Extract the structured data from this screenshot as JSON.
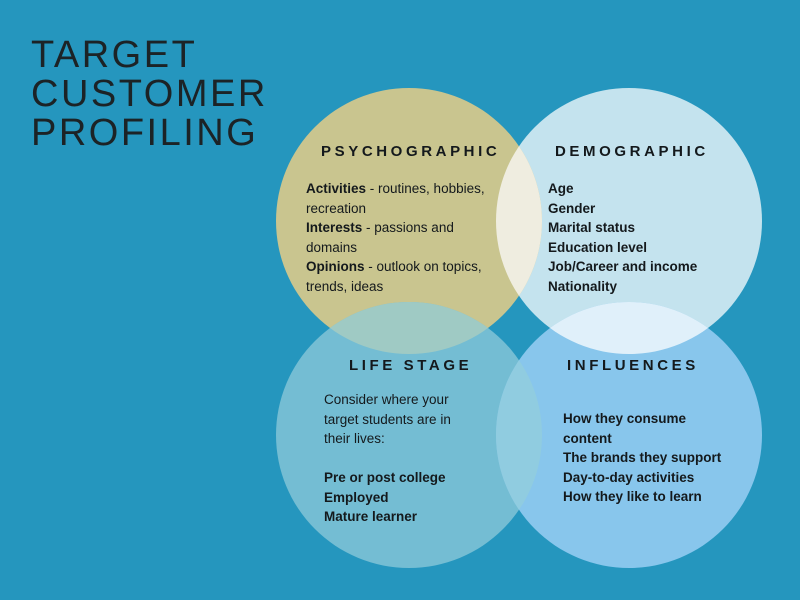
{
  "title": [
    "TARGET",
    "CUSTOMER",
    "PROFILING"
  ],
  "colors": {
    "background": "#2596be",
    "psychographic": "#c9c58f",
    "demographic": "#c4e3ee",
    "life_stage": "#74bdd3",
    "influences": "#88c6ec",
    "psych_demo_overlap": "#efede0",
    "psych_life_overlap": "#9fcac4",
    "demo_infl_overlap": "#e0f0fa",
    "life_infl_overlap": "#90cce0"
  },
  "psychographic": {
    "heading": "PSYCHOGRAPHIC",
    "items": [
      {
        "term": "Activities",
        "desc": " - routines, hobbies,",
        "cont": "recreation"
      },
      {
        "term": "Interests",
        "desc": " - passions and",
        "cont": "domains"
      },
      {
        "term": "Opinions",
        "desc": " - outlook on topics,",
        "cont": "trends, ideas"
      }
    ]
  },
  "demographic": {
    "heading": "DEMOGRAPHIC",
    "items": [
      "Age",
      "Gender",
      "Marital status",
      "Education level",
      "Job/Career and income",
      "Nationality"
    ]
  },
  "life_stage": {
    "heading": "LIFE STAGE",
    "intro": [
      "Consider where your",
      "target students are in",
      "their lives:"
    ],
    "items": [
      "Pre or post college",
      "Employed",
      "Mature learner"
    ]
  },
  "influences": {
    "heading": "INFLUENCES",
    "items": [
      "How they consume",
      "content",
      "The brands they support",
      "Day-to-day activities",
      "How they like to learn"
    ]
  }
}
